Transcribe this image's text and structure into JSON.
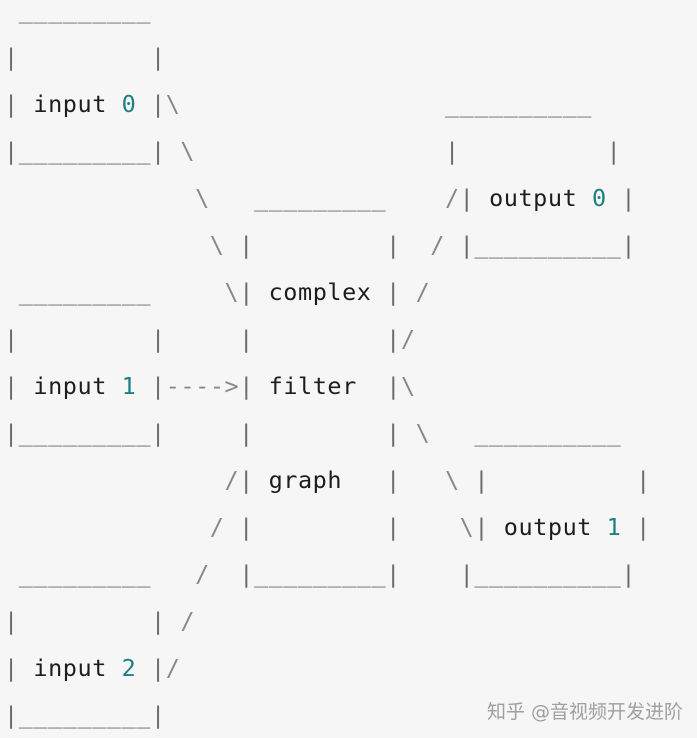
{
  "diagram": {
    "lines": [
      [
        [
          "b",
          " _________"
        ]
      ],
      [
        [
          "b",
          "|         |"
        ]
      ],
      [
        [
          "b",
          "| "
        ],
        [
          "t",
          "input "
        ],
        [
          "n",
          "0"
        ],
        [
          "b",
          " |"
        ],
        [
          "c",
          "\\"
        ],
        [
          "b",
          "                  __________"
        ]
      ],
      [
        [
          "b",
          "|_________|"
        ],
        [
          "c",
          " \\"
        ],
        [
          "b",
          "                 |          |"
        ]
      ],
      [
        [
          "c",
          "             \\"
        ],
        [
          "b",
          "   _________   "
        ],
        [
          "c",
          " /"
        ],
        [
          "b",
          "| "
        ],
        [
          "t",
          "output "
        ],
        [
          "n",
          "0"
        ],
        [
          "b",
          " |"
        ]
      ],
      [
        [
          "c",
          "              \\"
        ],
        [
          "b",
          " |         |  "
        ],
        [
          "c",
          "/"
        ],
        [
          "b",
          " |__________|"
        ]
      ],
      [
        [
          "b",
          " _________    "
        ],
        [
          "c",
          " \\"
        ],
        [
          "b",
          "| "
        ],
        [
          "t",
          "complex"
        ],
        [
          "b",
          " | "
        ],
        [
          "c",
          "/"
        ]
      ],
      [
        [
          "b",
          "|         |     |         |"
        ],
        [
          "c",
          "/"
        ]
      ],
      [
        [
          "b",
          "| "
        ],
        [
          "t",
          "input "
        ],
        [
          "n",
          "1"
        ],
        [
          "b",
          " |"
        ],
        [
          "c",
          "---->"
        ],
        [
          "b",
          "| "
        ],
        [
          "t",
          "filter"
        ],
        [
          "b",
          "  |"
        ],
        [
          "c",
          "\\"
        ]
      ],
      [
        [
          "b",
          "|_________|     |         | "
        ],
        [
          "c",
          "\\"
        ],
        [
          "b",
          "   __________"
        ]
      ],
      [
        [
          "c",
          "               /"
        ],
        [
          "b",
          "| "
        ],
        [
          "t",
          "graph"
        ],
        [
          "b",
          "   |  "
        ],
        [
          "c",
          " \\"
        ],
        [
          "b",
          " |          |"
        ]
      ],
      [
        [
          "c",
          "              /"
        ],
        [
          "b",
          " |         |   "
        ],
        [
          "c",
          " \\"
        ],
        [
          "b",
          "| "
        ],
        [
          "t",
          "output "
        ],
        [
          "n",
          "1"
        ],
        [
          "b",
          " |"
        ]
      ],
      [
        [
          "b",
          " _________  "
        ],
        [
          "c",
          " /"
        ],
        [
          "b",
          "  |_________|    |__________|"
        ]
      ],
      [
        [
          "b",
          "|         | "
        ],
        [
          "c",
          "/"
        ]
      ],
      [
        [
          "b",
          "| "
        ],
        [
          "t",
          "input "
        ],
        [
          "n",
          "2"
        ],
        [
          "b",
          " |"
        ],
        [
          "c",
          "/"
        ]
      ],
      [
        [
          "b",
          "|_________|"
        ]
      ]
    ]
  },
  "watermark": {
    "text": "知乎 @音视频开发进阶"
  }
}
